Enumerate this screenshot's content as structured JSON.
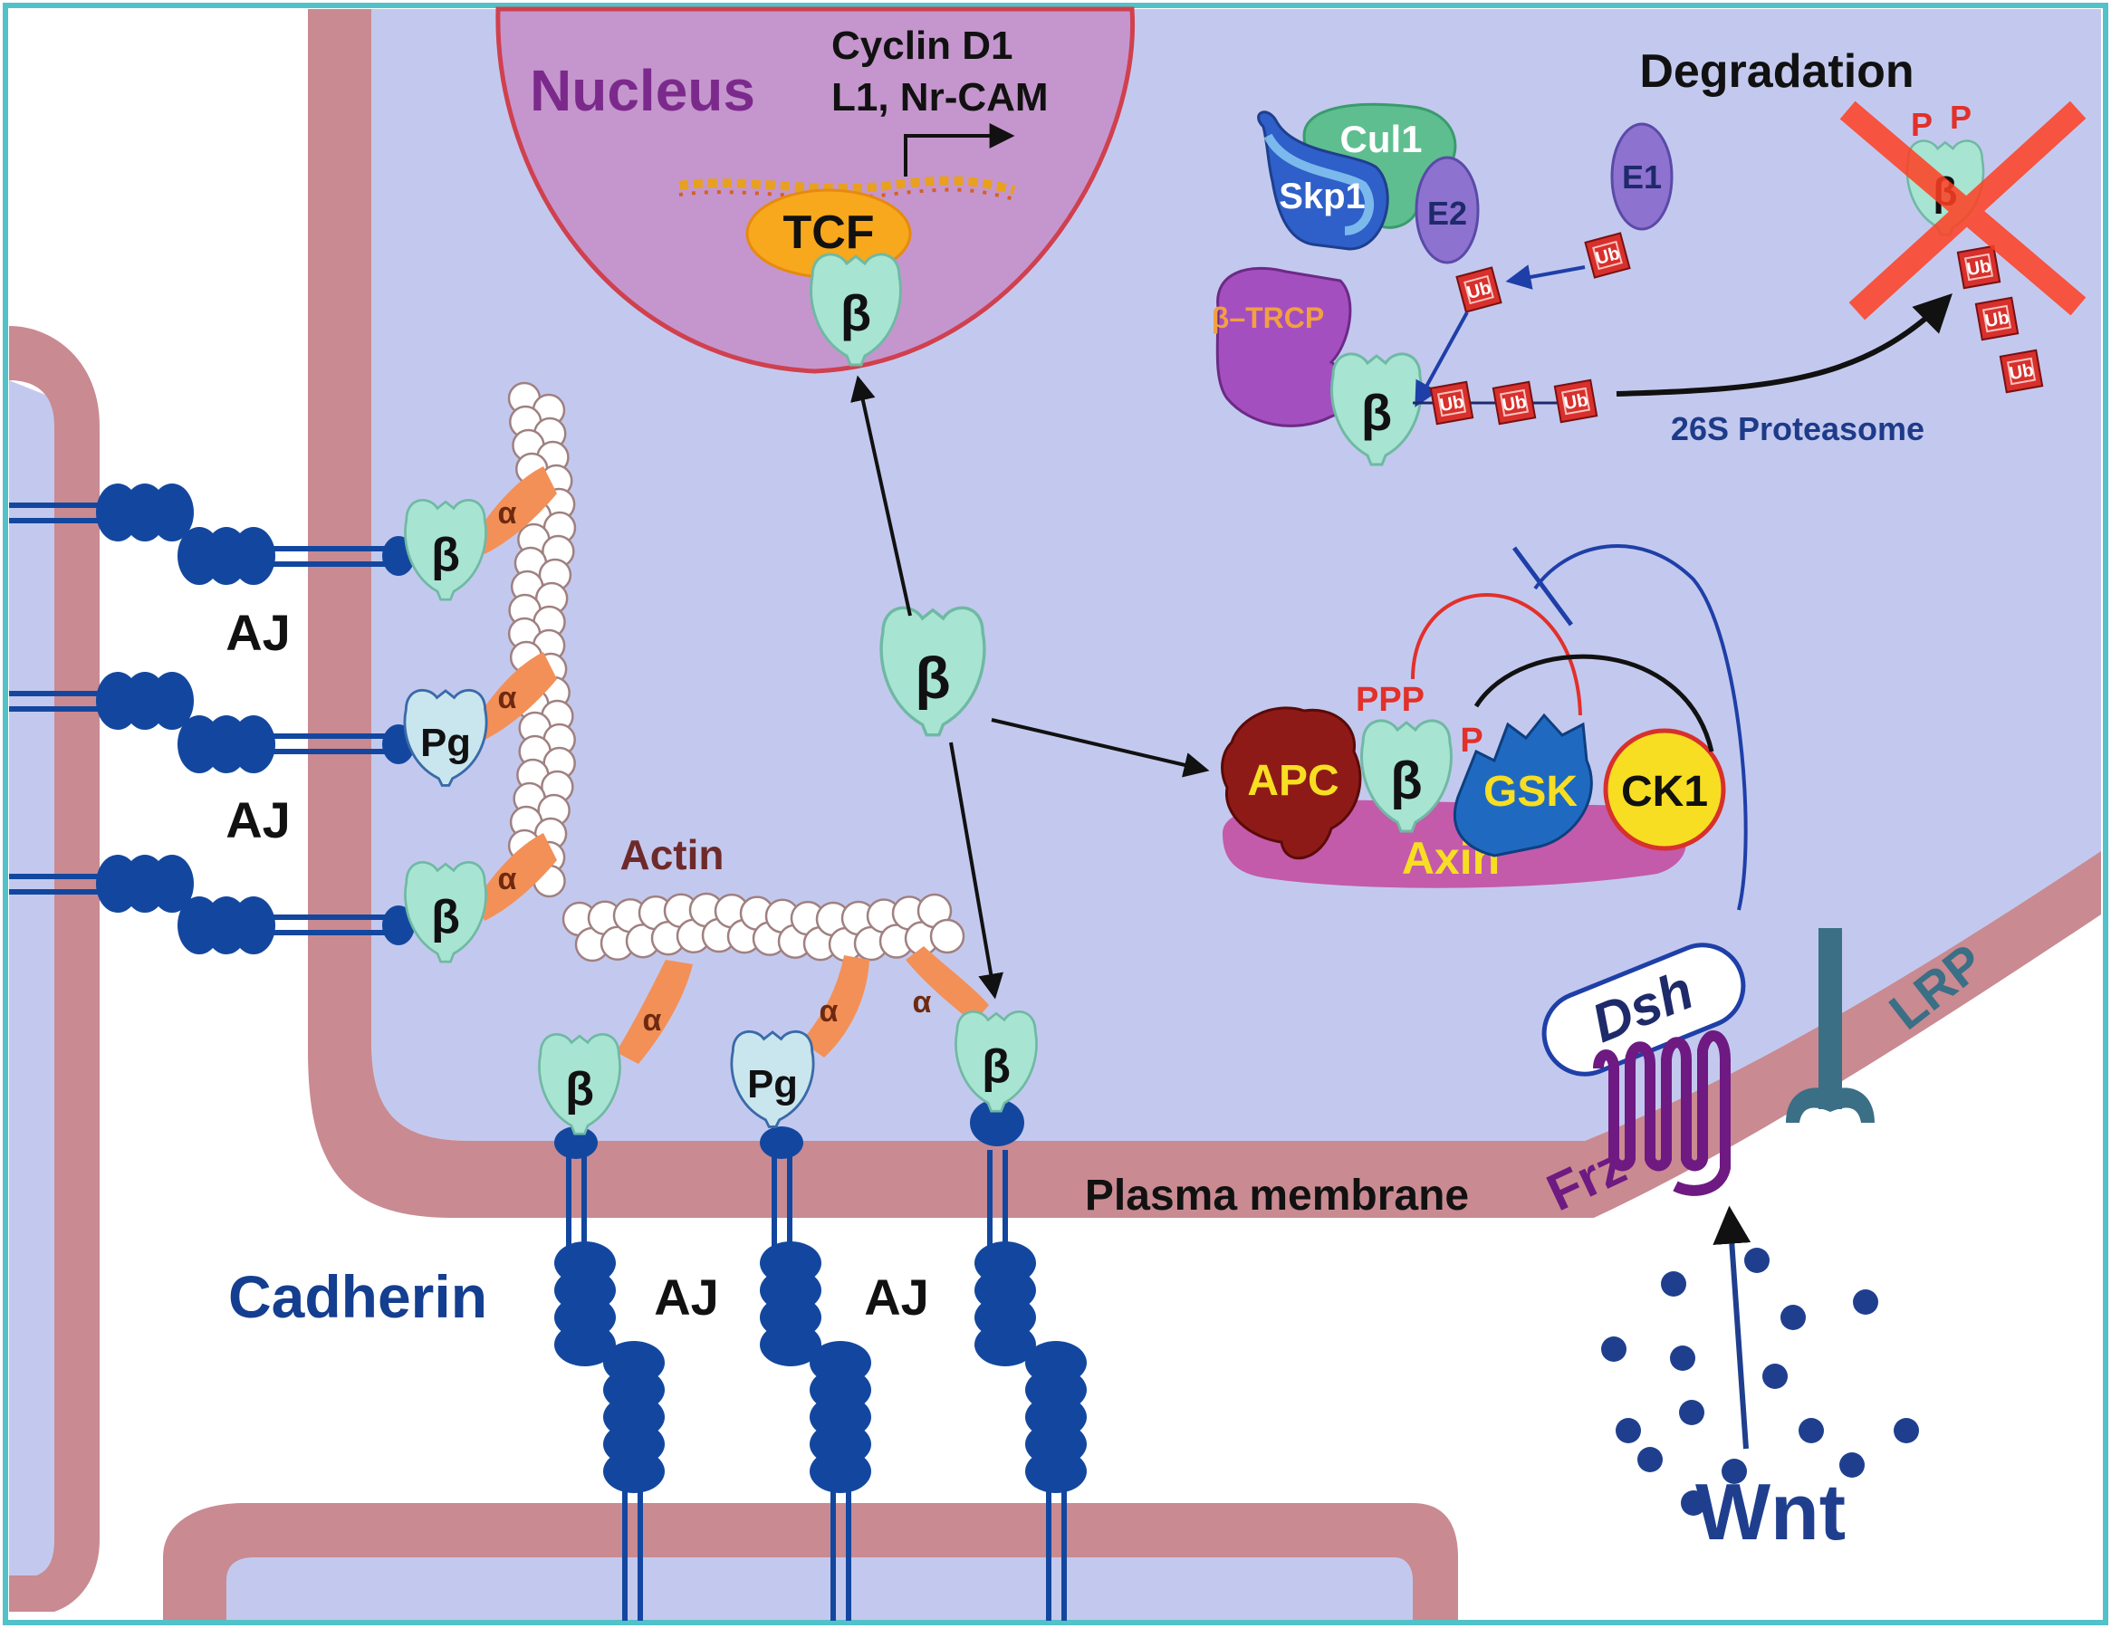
{
  "labels": {
    "nucleus": "Nucleus",
    "cyclin_line1": "Cyclin D1",
    "cyclin_line2": "L1, Nr-CAM",
    "tcf": "TCF",
    "beta": "β",
    "alpha": "α",
    "pg": "Pg",
    "aj": "AJ",
    "actin": "Actin",
    "cadherin": "Cadherin",
    "plasma_membrane": "Plasma membrane",
    "degradation": "Degradation",
    "cul1": "Cul1",
    "skp1": "Skp1",
    "btrcp": "β–TRCP",
    "e1": "E1",
    "e2": "E2",
    "ub": "Ub",
    "p": "P",
    "ppp": "PPP",
    "proteasome": "26S Proteasome",
    "apc": "APC",
    "gsk": "GSK",
    "ck1": "CK1",
    "axin": "Axin",
    "dsh": "Dsh",
    "lrp": "LRP",
    "frz": "Frz",
    "wnt": "Wnt"
  },
  "colors": {
    "cytoplasm": "#c3c9ee",
    "membrane": "#c98a91",
    "nucleus": "#c596cd",
    "nucleus_border": "#d0404e",
    "beta_fill": "#a8e4d2",
    "beta_stroke": "#6fb9a4",
    "cadherin": "#13479f",
    "alpha": "#f39058",
    "text_dark": "#111111",
    "text_blue": "#143e8f",
    "text_purple": "#7b2a8c",
    "ub_red": "#d8302c",
    "apc": "#8e1a18",
    "gsk": "#1f6ac0",
    "ck1": "#f7de22",
    "axin": "#c45aaa",
    "frz": "#6e1a82",
    "lrp": "#3a6f86",
    "cross": "#ff3f22"
  }
}
